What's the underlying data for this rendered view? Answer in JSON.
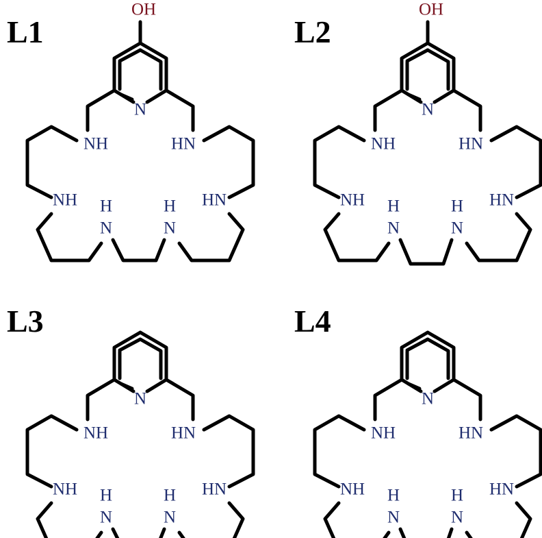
{
  "colors": {
    "bond": "#000000",
    "nitrogen": "#1f2d6e",
    "oxygen": "#7a1420",
    "label": "#000000"
  },
  "molecules": [
    {
      "label": "L1",
      "substituent": "OH",
      "pyridine_n": "N",
      "left_nh": "NH",
      "right_hn": "HN",
      "left_nh_lower": "NH",
      "right_hn_lower": "HN",
      "bottom_left_n": "N",
      "bottom_left_h": "H",
      "bottom_right_n": "N",
      "bottom_right_h": "H",
      "bottom_bridge": "ethylene"
    },
    {
      "label": "L2",
      "substituent": "OH",
      "pyridine_n": "N",
      "left_nh": "NH",
      "right_hn": "HN",
      "left_nh_lower": "NH",
      "right_hn_lower": "HN",
      "bottom_left_n": "N",
      "bottom_left_h": "H",
      "bottom_right_n": "N",
      "bottom_right_h": "H",
      "bottom_bridge": "propylene"
    },
    {
      "label": "L3",
      "substituent": "",
      "pyridine_n": "N",
      "left_nh": "NH",
      "right_hn": "HN",
      "left_nh_lower": "NH",
      "right_hn_lower": "HN",
      "bottom_left_n": "N",
      "bottom_left_h": "H",
      "bottom_right_n": "N",
      "bottom_right_h": "H",
      "bottom_bridge": "ethylene"
    },
    {
      "label": "L4",
      "substituent": "",
      "pyridine_n": "N",
      "left_nh": "NH",
      "right_hn": "HN",
      "left_nh_lower": "NH",
      "right_hn_lower": "HN",
      "bottom_left_n": "N",
      "bottom_left_h": "H",
      "bottom_right_n": "N",
      "bottom_right_h": "H",
      "bottom_bridge": "propylene"
    }
  ]
}
